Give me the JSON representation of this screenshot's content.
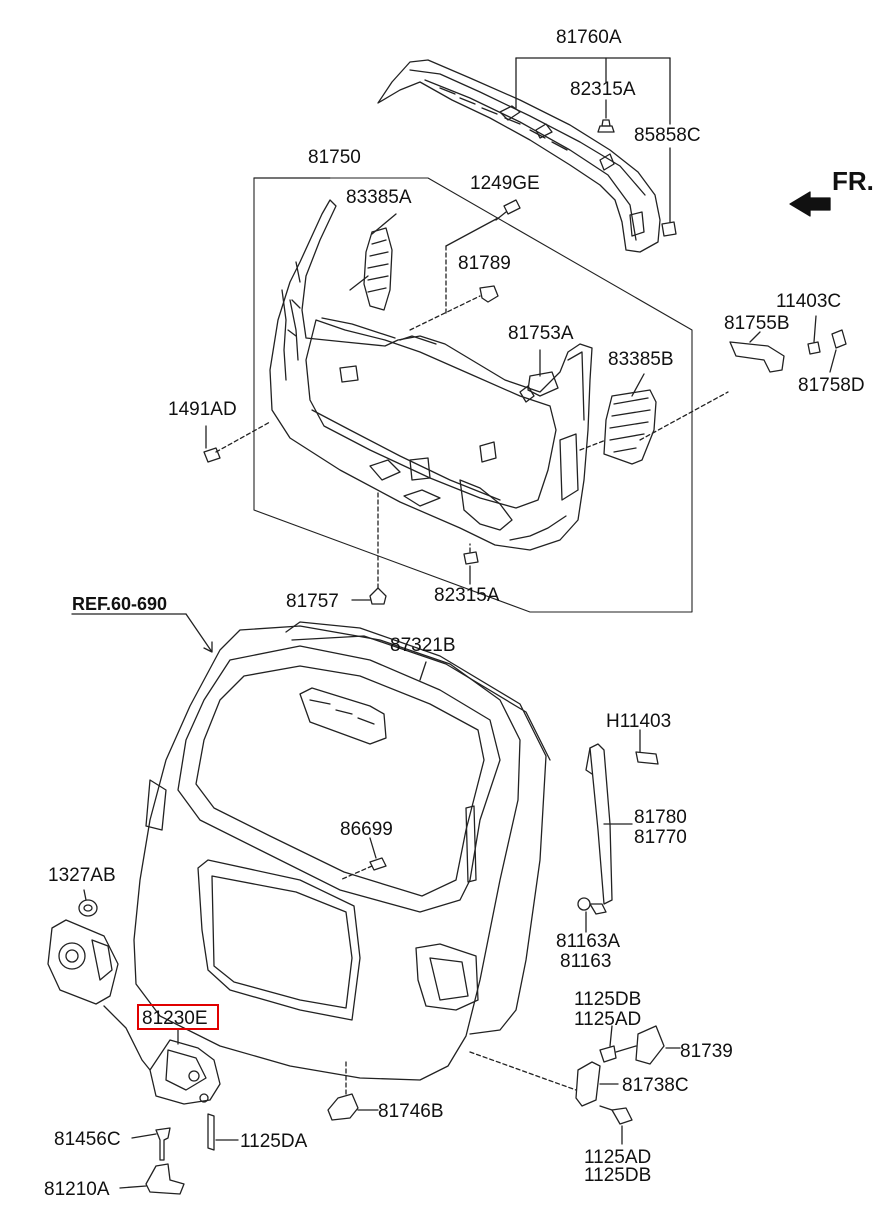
{
  "direction_label": "FR.",
  "reference": "REF.60-690",
  "highlighted_part": "81230E",
  "part_labels": {
    "p81760A": "81760A",
    "p82315A_top": "82315A",
    "p85858C": "85858C",
    "p81750": "81750",
    "p83385A": "83385A",
    "p1249GE": "1249GE",
    "p81789": "81789",
    "p81753A": "81753A",
    "p83385B": "83385B",
    "p11403C": "11403C",
    "p81755B": "81755B",
    "p81758D": "81758D",
    "p1491AD": "1491AD",
    "p81757": "81757",
    "p82315A_bottom": "82315A",
    "p87321B": "87321B",
    "pH11403": "H11403",
    "p81780": "81780",
    "p81770": "81770",
    "p86699": "86699",
    "p1327AB": "1327AB",
    "p81163A": "81163A",
    "p81163": "81163",
    "p1125DB_top": "1125DB",
    "p1125AD_top": "1125AD",
    "p81739": "81739",
    "p81738C": "81738C",
    "p81746B": "81746B",
    "p81456C": "81456C",
    "p1125DA": "1125DA",
    "p81210A": "81210A",
    "p1125AD_bottom": "1125AD",
    "p1125DB_bottom": "1125DB"
  }
}
